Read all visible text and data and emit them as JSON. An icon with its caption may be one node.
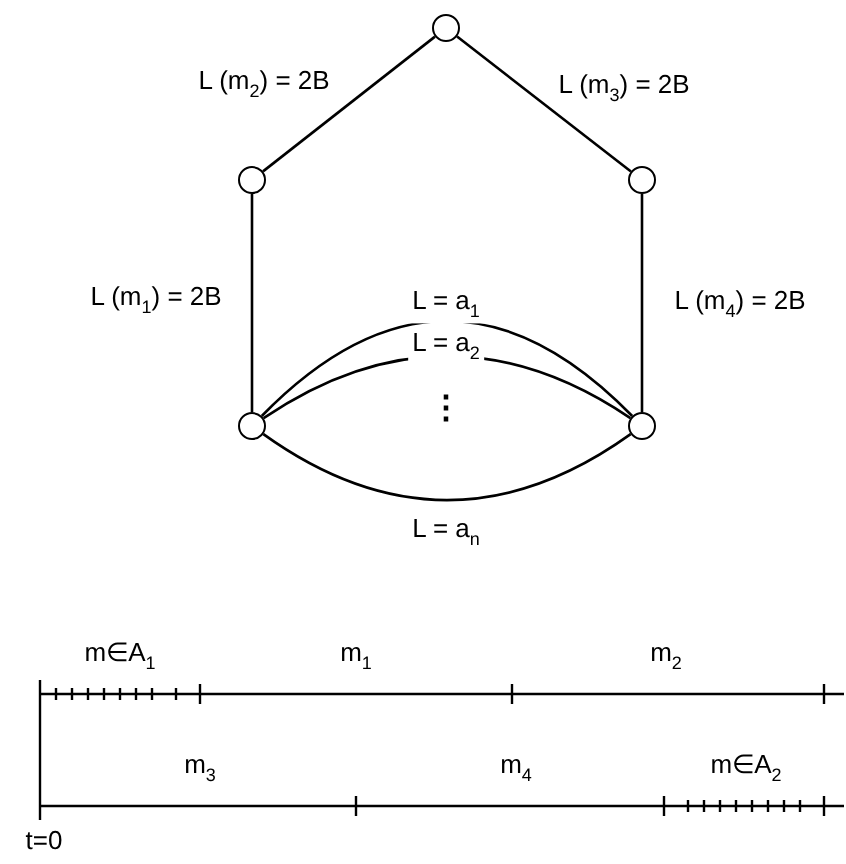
{
  "diagram": {
    "nodes": [
      {
        "text": [],
        "shape": "circle"
      },
      {
        "text": [],
        "shape": "circle"
      },
      {
        "text": [],
        "shape": "circle"
      },
      {
        "text": [],
        "shape": "circle"
      },
      {
        "text": [],
        "shape": "circle"
      }
    ],
    "edges": [
      {
        "from": 0,
        "to": 1,
        "arrow": "none",
        "label": "L (m$_{2}$) = 2B"
      },
      {
        "from": 0,
        "to": 2,
        "arrow": "none",
        "label": "L (m$_{3}$) = 2B"
      },
      {
        "from": 1,
        "to": 3,
        "arrow": "none",
        "label": "L (m$_{1}$) = 2B"
      },
      {
        "from": 2,
        "to": 4,
        "arrow": "none",
        "label": "L (m$_{4}$) = 2B"
      },
      {
        "from": 3,
        "to": 4,
        "arrow": "none",
        "label": "L = a$_{1}$"
      },
      {
        "from": 3,
        "to": 4,
        "arrow": "none",
        "label": "L = a$_{2}$"
      },
      {
        "from": 3,
        "to": 4,
        "arrow": "none",
        "label": "L = a$_{n}$"
      }
    ],
    "labels": [
      "⋮",
      "m∈A$_{1}$",
      "m$_{1}$",
      "m$_{2}$",
      "m$_{3}$",
      "m$_{4}$",
      "m∈A$_{2}$",
      "t=0"
    ]
  }
}
